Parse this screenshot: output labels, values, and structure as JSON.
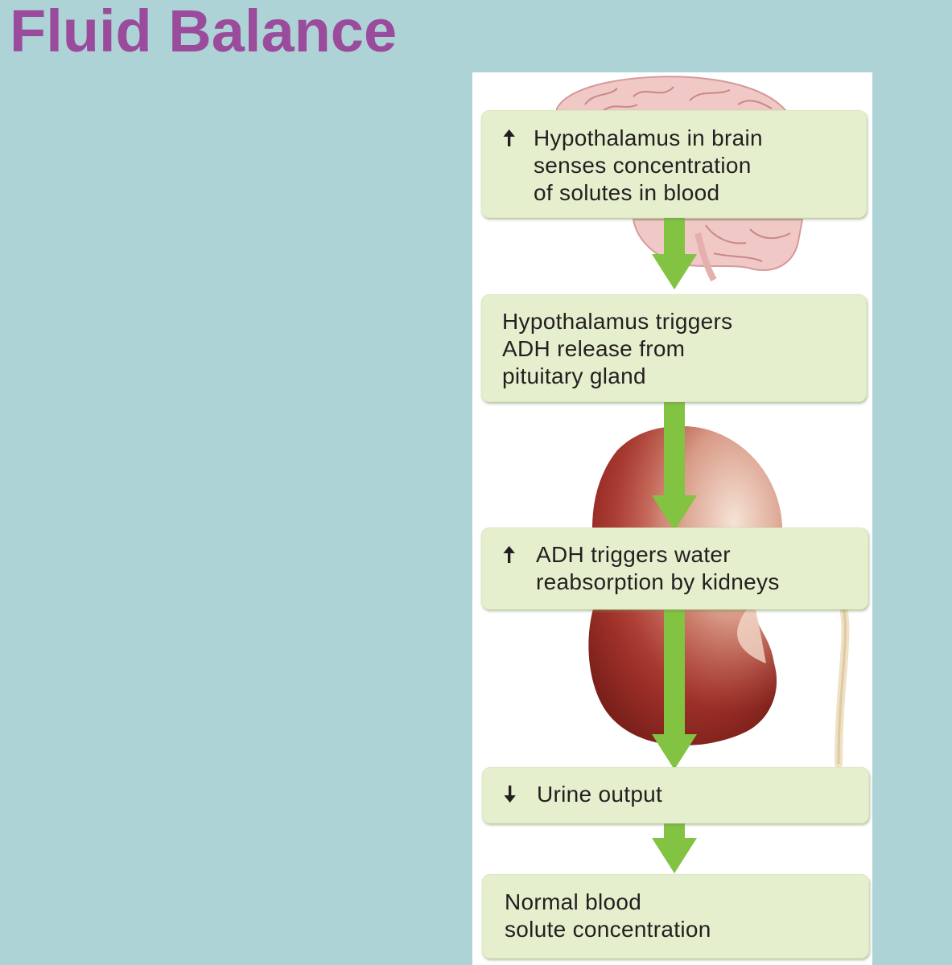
{
  "title": "Fluid Balance",
  "colors": {
    "background": "#aed3d7",
    "title": "#9b4b9b",
    "box_fill": "#e5efcd",
    "flow_arrow": "#82c341",
    "kidney": "#9b2f27",
    "brain": "#f0c8c6"
  },
  "steps": [
    {
      "indicator": "up-arrow",
      "indicator_glyph": "🠅",
      "lines": [
        "Hypothalamus in brain",
        "senses concentration",
        "of solutes in blood"
      ]
    },
    {
      "indicator": "",
      "indicator_glyph": "",
      "lines": [
        "Hypothalamus triggers",
        "ADH release from",
        "pituitary gland"
      ]
    },
    {
      "indicator": "up-arrow",
      "indicator_glyph": "🠅",
      "lines": [
        "ADH triggers water",
        "reabsorption by kidneys"
      ]
    },
    {
      "indicator": "down-arrow",
      "indicator_glyph": "🠇",
      "lines": [
        "Urine output"
      ]
    },
    {
      "indicator": "",
      "indicator_glyph": "",
      "lines": [
        "Normal blood",
        "solute concentration"
      ]
    }
  ]
}
